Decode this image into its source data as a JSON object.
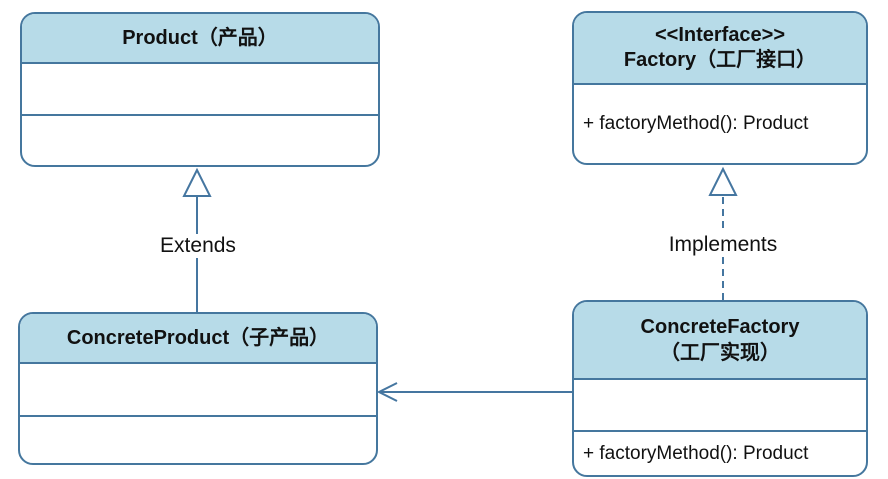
{
  "colors": {
    "header_fill": "#b7dbe8",
    "border": "#45779e",
    "line": "#4576a0",
    "text": "#111111"
  },
  "classes": {
    "product": {
      "name": "Product（产品）"
    },
    "factory": {
      "stereotype": "<<Interface>>",
      "name": "Factory（工厂接口）",
      "method": "+ factoryMethod(): Product"
    },
    "concrete_product": {
      "name": "ConcreteProduct（子产品）"
    },
    "concrete_factory": {
      "name_line1": "ConcreteFactory",
      "name_line2": "（工厂实现）",
      "method": "+ factoryMethod(): Product"
    }
  },
  "edges": {
    "extends_label": "Extends",
    "implements_label": "Implements"
  }
}
